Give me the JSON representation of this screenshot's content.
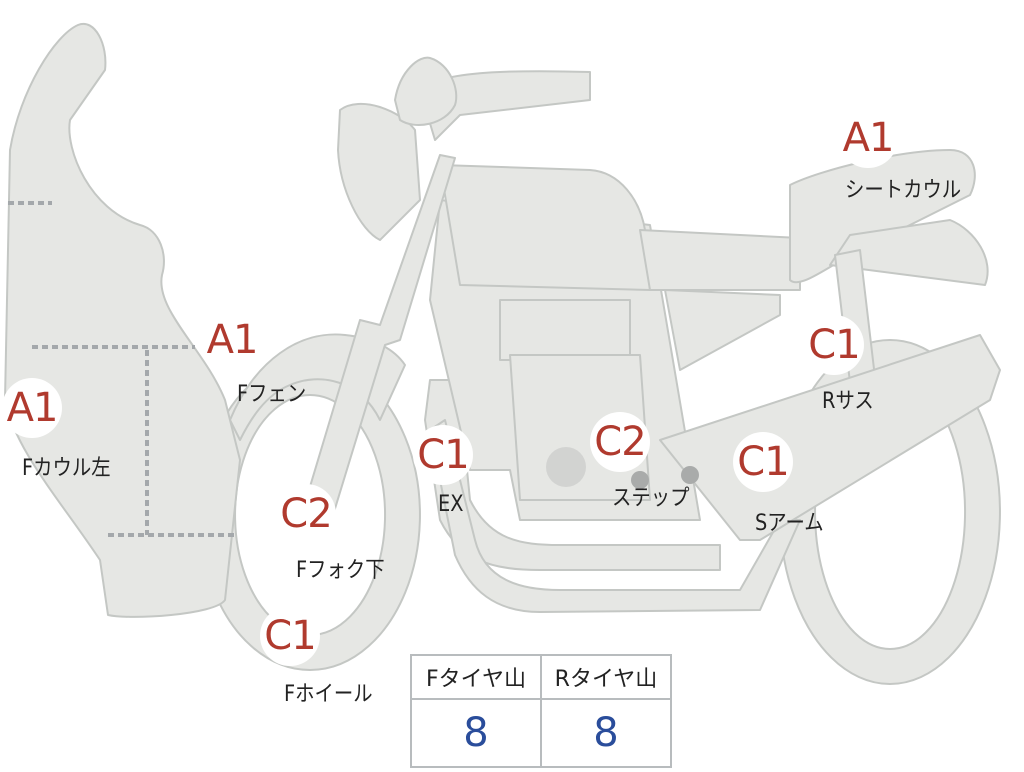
{
  "parts": [
    {
      "key": "seat-cowl",
      "grade": "A1",
      "name": "シートカウル"
    },
    {
      "key": "front-fender",
      "grade": "A1",
      "name": "Fフェン"
    },
    {
      "key": "front-cowl-left",
      "grade": "A1",
      "name": "Fカウル左"
    },
    {
      "key": "rear-suspension",
      "grade": "C1",
      "name": "Rサス"
    },
    {
      "key": "exhaust",
      "grade": "C1",
      "name": "EX"
    },
    {
      "key": "step",
      "grade": "C2",
      "name": "ステップ"
    },
    {
      "key": "swing-arm",
      "grade": "C1",
      "name": "Sアーム"
    },
    {
      "key": "front-fork-lower",
      "grade": "C2",
      "name": "Fフォク下"
    },
    {
      "key": "front-wheel",
      "grade": "C1",
      "name": "Fホイール"
    }
  ],
  "tire_table": {
    "front_header": "Fタイヤ山",
    "rear_header": "Rタイヤ山",
    "front_value": "8",
    "rear_value": "8"
  },
  "colors": {
    "body_fill": "#e6e7e4",
    "outline": "#c9ccc9",
    "grade_text": "#b03a2e",
    "value_text": "#2a4d9b"
  }
}
